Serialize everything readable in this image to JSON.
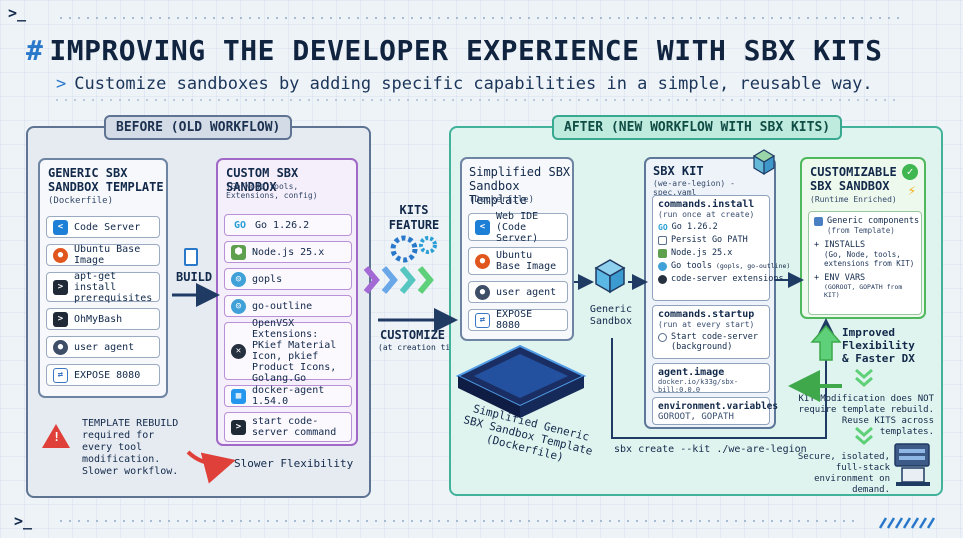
{
  "header": {
    "prompt_top": ">_",
    "title_hash": "#",
    "title": "IMPROVING THE DEVELOPER EXPERIENCE WITH SBX KITS",
    "subtitle_marker": ">",
    "subtitle": "Customize sandboxes by adding specific capabilities in a simple, reusable way.",
    "prompt_bottom": ">_"
  },
  "before": {
    "label": "BEFORE (OLD WORKFLOW)",
    "generic": {
      "title_line1": "GENERIC SBX",
      "title_line2": "SANDBOX TEMPLATE",
      "subtitle": "(Dockerfile)",
      "items": [
        "Code Server",
        "Ubuntu Base Image",
        "apt-get install prerequisites",
        "OhMyBash",
        "user agent",
        "EXPOSE 8080"
      ]
    },
    "build_label": "BUILD",
    "custom": {
      "title": "CUSTOM SBX SANDBOX",
      "subtitle": "(Go/Node tools, Extensions, config)",
      "items": [
        "Go 1.26.2",
        "Node.js 25.x",
        "gopls",
        "go-outline",
        "OpenVSX Extensions: PKief Material Icon, pkief Product Icons, Golang.Go",
        "docker-agent 1.54.0",
        "start code-server command"
      ]
    },
    "warning": "TEMPLATE REBUILD required for every tool modification. Slower workflow.",
    "slower": "Slower Flexibility"
  },
  "middle": {
    "kits_feature": "KITS FEATURE",
    "customize": "CUSTOMIZE",
    "customize_sub": "(at creation time)"
  },
  "after": {
    "label": "AFTER (NEW WORKFLOW WITH SBX KITS)",
    "simplified": {
      "title_line1": "Simplified SBX",
      "title_line2": "Sandbox Template",
      "subtitle": "(Dockerfile)",
      "items": [
        "Web IDE (Code Server)",
        "Ubuntu Base Image",
        "user agent",
        "EXPOSE 8080"
      ]
    },
    "platform_label": "Simplified Generic SBX Sandbox Template (Dockerfile)",
    "generic_sandbox": "Generic Sandbox",
    "kit": {
      "title": "SBX KIT",
      "subtitle": "(we-are-legion) - spec.yaml",
      "install_title": "commands.install",
      "install_sub": "(run once at create)",
      "install_items": [
        "Go 1.26.2",
        "Persist Go PATH",
        "Node.js 25.x",
        "Go tools",
        "code-server extensions"
      ],
      "install_items_sub": "(gopls, go-outline)",
      "startup_title": "commands.startup",
      "startup_sub": "(run at every start)",
      "startup_item": "Start code-server (background)",
      "image_title": "agent.image",
      "image_value": "docker.io/k33g/sbx-bill:0.0.0",
      "env_title": "environment.variables",
      "env_value": "GOROOT, GOPATH"
    },
    "create_cmd": "sbx create --kit ./we-are-legion",
    "customizable": {
      "title_line1": "CUSTOMIZABLE",
      "title_line2": "SBX SANDBOX",
      "subtitle": "(Runtime Enriched)",
      "generic": "Generic components",
      "generic_sub": "(from Template)",
      "installs": "+ INSTALLS",
      "installs_sub": "(Go, Node, tools, extensions from KIT)",
      "env": "+ ENV VARS",
      "env_sub": "(GOROOT, GOPATH from KIT)"
    },
    "improved": "Improved Flexibility & Faster DX",
    "kit_mod": "KIT Modification does NOT require template rebuild. Reuse KITS across templates.",
    "secure": "Secure, isolated, full-stack environment on demand."
  },
  "colors": {
    "before_border": "#5e7492",
    "after_border": "#42b29b",
    "custom_purple": "#a068c7",
    "accent_blue": "#2a78c9",
    "green": "#4fb85c"
  }
}
